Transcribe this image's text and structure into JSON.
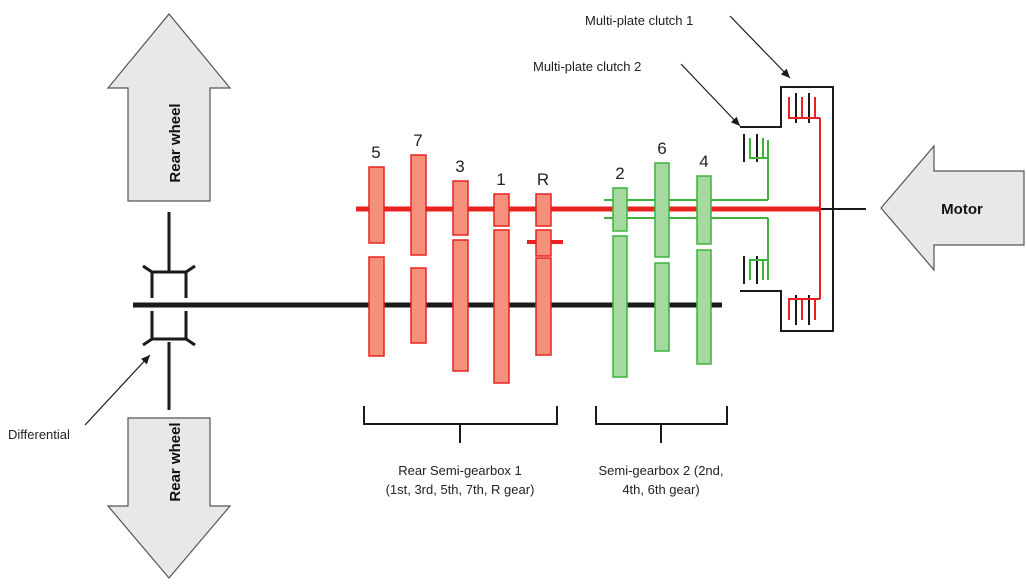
{
  "labels": {
    "rear_wheel_top": "Rear wheel",
    "rear_wheel_bottom": "Rear wheel",
    "motor": "Motor",
    "differential": "Differential",
    "clutch1": "Multi-plate clutch 1",
    "clutch2": "Multi-plate clutch 2",
    "semi1_line1": "Rear Semi-gearbox 1",
    "semi1_line2": "(1st, 3rd, 5th, 7th, R gear)",
    "semi2_line1": "Semi-gearbox 2 (2nd,",
    "semi2_line2": "4th, 6th gear)"
  },
  "gears_set1": [
    "5",
    "7",
    "3",
    "1",
    "R"
  ],
  "gears_set2": [
    "2",
    "6",
    "4"
  ],
  "colors": {
    "set1_fill": "#f4907c",
    "set1_stroke": "#e8231f",
    "set2_fill": "#a6d9a0",
    "set2_stroke": "#3cb43c",
    "shaft_red": "#e8231f",
    "shaft_black": "#1a1a1a",
    "arrow_fill": "#e8e8e8"
  }
}
